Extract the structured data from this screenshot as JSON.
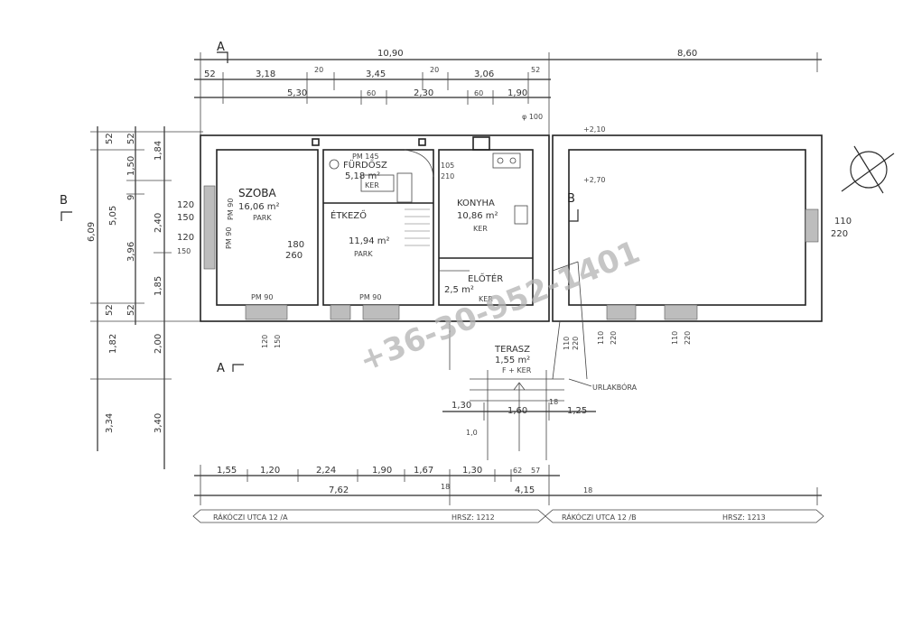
{
  "rooms": [
    {
      "name": "SZOBA",
      "area": "16,06 m²",
      "floor": "PARK"
    },
    {
      "name": "FÜRDŐSZ",
      "area": "5,18 m²",
      "floor": "KER"
    },
    {
      "name": "ÉTKEZŐ",
      "area": "11,94 m²",
      "floor": "PARK"
    },
    {
      "name": "KONYHA",
      "area": "10,86 m²",
      "floor": "KER"
    },
    {
      "name": "ELŐTÉR",
      "area": "2,5 m²",
      "floor": "KER"
    },
    {
      "name": "TERASZ",
      "area": "1,55 m²",
      "floor": "F + KER"
    }
  ],
  "top_dims": {
    "total": "10,90",
    "right": "8,60",
    "row1": [
      "52",
      "3,18",
      "20",
      "3,45",
      "20",
      "3,06",
      "52"
    ],
    "row2": [
      "5,30",
      "60",
      "2,30",
      "60",
      "1,90"
    ]
  },
  "bottom_dims": {
    "row1": [
      "1,55",
      "1,20",
      "2,24",
      "1,90",
      "1,67",
      "1,30",
      "62",
      "57"
    ],
    "row2": [
      "7,62",
      "4,15"
    ],
    "addresses": [
      "RÁKÓCZI UTCA 12 /A",
      "HRSZ: 1212",
      "RÁKÓCZI UTCA 12 /B",
      "HRSZ: 1213"
    ]
  },
  "left_dims": {
    "col1": [
      "52",
      "5,05",
      "52",
      "1,82",
      "3,34"
    ],
    "col2": [
      "52",
      "1,50",
      "9",
      "3,96",
      "52"
    ],
    "col3": [
      "1,84",
      "2,40",
      "1,85",
      "2,00",
      "3,40"
    ],
    "total": "6,09"
  },
  "openings": {
    "w_szoba_side": [
      "120",
      "150"
    ],
    "w_szoba_side2": [
      "120",
      "150"
    ],
    "w_szoba_bottom": [
      "120",
      "150"
    ],
    "w_etkezo": [
      "180",
      "260"
    ],
    "w_furdo": [
      "105",
      "210"
    ],
    "w_right": [
      "110",
      "220"
    ],
    "w_bottom_right1": [
      "110",
      "220"
    ],
    "w_bottom_right2": [
      "110",
      "220"
    ],
    "w_bottom_right3": [
      "110",
      "220"
    ],
    "door_labels": [
      "PM 90",
      "PM 90",
      "PM 90",
      "PM 90",
      "PM 145"
    ]
  },
  "levels": [
    "+2,10",
    "+2,70"
  ],
  "stair_dims": [
    "1,30",
    "1,60",
    "1,25",
    "18",
    "18",
    "18",
    "1,0"
  ],
  "section_marks": [
    "A",
    "A",
    "B",
    "B"
  ],
  "notes": [
    "URLAKBÓRA",
    "φ 100"
  ],
  "watermark": "+36-30-952-1401"
}
